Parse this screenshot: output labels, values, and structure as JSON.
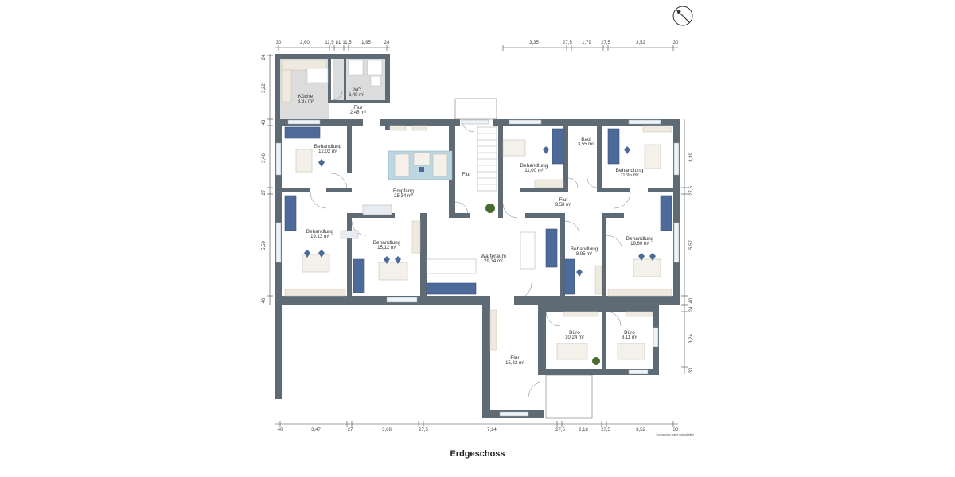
{
  "title": "Erdgeschoss",
  "note": "Exposéplan, nicht maßstäblich",
  "compass": {
    "icon": "compass-north-icon"
  },
  "dimensions": {
    "top_left": [
      "30",
      "2,60",
      "11,5",
      "81",
      "11,5",
      "1,95",
      "24"
    ],
    "top_right": [
      "3,35",
      "27,5",
      "1,79",
      "27,5",
      "3,52",
      "30"
    ],
    "bottom": [
      "40",
      "3,47",
      "27",
      "3,68",
      "27,5",
      "7,14",
      "27,5",
      "2,18",
      "27,5",
      "3,52",
      "30"
    ],
    "left": [
      "24",
      "3,22",
      "43",
      "3,46",
      "27",
      "5,50",
      "40"
    ],
    "right": [
      "3,39",
      "27,5",
      "5,57",
      "40",
      "24",
      "3,24",
      "30"
    ]
  },
  "rooms": [
    {
      "id": "kueche",
      "name": "Küche",
      "area": "8,37 m²"
    },
    {
      "id": "wc",
      "name": "WC",
      "area": "6,49 m²"
    },
    {
      "id": "flur-top",
      "name": "Flur",
      "area": "2,45 m²"
    },
    {
      "id": "behandlung-1",
      "name": "Behandlung",
      "area": "12,02 m²"
    },
    {
      "id": "empfang",
      "name": "Empfang",
      "area": "25,34 m²"
    },
    {
      "id": "flur-stair",
      "name": "Flur",
      "area": ""
    },
    {
      "id": "behandlung-2",
      "name": "Behandlung",
      "area": "11,00 m²"
    },
    {
      "id": "bad",
      "name": "Bad",
      "area": "3,55 m²"
    },
    {
      "id": "behandlung-3",
      "name": "Behandlung",
      "area": "11,95 m²"
    },
    {
      "id": "flur-mid",
      "name": "Flur",
      "area": "9,58 m²"
    },
    {
      "id": "behandlung-4",
      "name": "Behandlung",
      "area": "19,13 m²"
    },
    {
      "id": "behandlung-5",
      "name": "Behandlung",
      "area": "15,12 m²"
    },
    {
      "id": "warteraum",
      "name": "Warteraum",
      "area": "29,34 m²"
    },
    {
      "id": "behandlung-6",
      "name": "Behandlung",
      "area": "8,95 m²"
    },
    {
      "id": "behandlung-7",
      "name": "Behandlung",
      "area": "19,60 m²"
    },
    {
      "id": "buero-1",
      "name": "Büro",
      "area": "10,24 m²"
    },
    {
      "id": "buero-2",
      "name": "Büro",
      "area": "8,11 m²"
    },
    {
      "id": "flur-bottom",
      "name": "Flur",
      "area": "15,32 m²"
    }
  ]
}
